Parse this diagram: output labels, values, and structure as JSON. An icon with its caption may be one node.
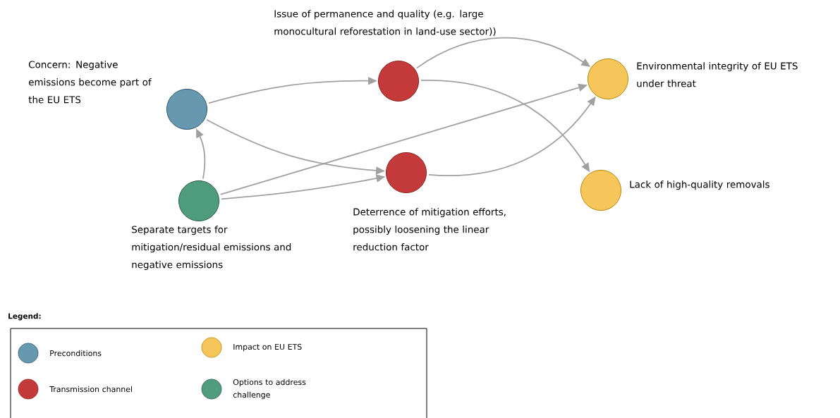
{
  "diagram": {
    "nodes": [
      {
        "text": [
          "Concern: Negative emissions become part of the EU ETS"
        ]
      },
      {
        "text": [
          "Issue of permanence and quality (e.g. large monocultural reforestation in land-use sector))"
        ]
      },
      {
        "text": [
          "Separate targets for mitigation/residual emissions and negative emissions"
        ]
      },
      {
        "text": [
          "Deterrence of mitigation efforts, possibly loosening the linear reduction factor"
        ]
      },
      {
        "text": [
          "Environmental integrity of EU ETS under threat"
        ]
      },
      {
        "text": [
          "Lack of high-quality removals"
        ]
      }
    ],
    "edges": [
      {
        "from": 0,
        "to": 1,
        "arrow": "to"
      },
      {
        "from": 0,
        "to": 3,
        "arrow": "to"
      },
      {
        "from": 2,
        "to": 0,
        "arrow": "to"
      },
      {
        "from": 2,
        "to": 4,
        "arrow": "to"
      },
      {
        "from": 2,
        "to": 3,
        "arrow": "to"
      },
      {
        "from": 1,
        "to": 4,
        "arrow": "to"
      },
      {
        "from": 1,
        "to": 5,
        "arrow": "to"
      },
      {
        "from": 3,
        "to": 4,
        "arrow": "to"
      }
    ],
    "labels": [
      "Legend:"
    ],
    "legend": [
      {
        "text": "Preconditions",
        "color": "#6699b0"
      },
      {
        "text": "Impact on EU ETS",
        "color": "#f6c65a"
      },
      {
        "text": "Transmission channel",
        "color": "#c43a3a"
      },
      {
        "text": "Options to address challenge",
        "color": "#4f9b7e"
      }
    ]
  }
}
